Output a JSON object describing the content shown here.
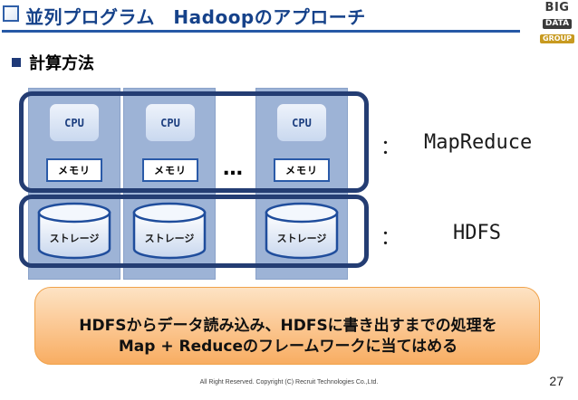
{
  "title": "並列プログラム　Hadoopのアプローチ",
  "logo": {
    "line1": "BIG",
    "line2": "DATA",
    "line3": "GROUP"
  },
  "heading": "計算方法",
  "nodes": [
    {
      "cpu": "CPU",
      "memory": "メモリ",
      "storage": "ストレージ"
    },
    {
      "cpu": "CPU",
      "memory": "メモリ",
      "storage": "ストレージ"
    },
    {
      "cpu": "CPU",
      "memory": "メモリ",
      "storage": "ストレージ"
    }
  ],
  "ellipsis": "…",
  "layers": {
    "mapreduce": {
      "colon": "：",
      "label": "MapReduce"
    },
    "hdfs": {
      "colon": "：",
      "label": "HDFS"
    }
  },
  "callout": {
    "line1": "HDFSからデータ読み込み、HDFSに書き出すまでの処理を",
    "line2": "Map + Reduceのフレームワークに当てはめる"
  },
  "footer": "All Right Reserved. Copyright (C) Recruit Technologies Co.,Ltd.",
  "page_number": "27",
  "colors": {
    "title": "#16428a",
    "bracket": "#243d73",
    "node_fill": "#9db3d6",
    "callout": "#fbc58e"
  }
}
